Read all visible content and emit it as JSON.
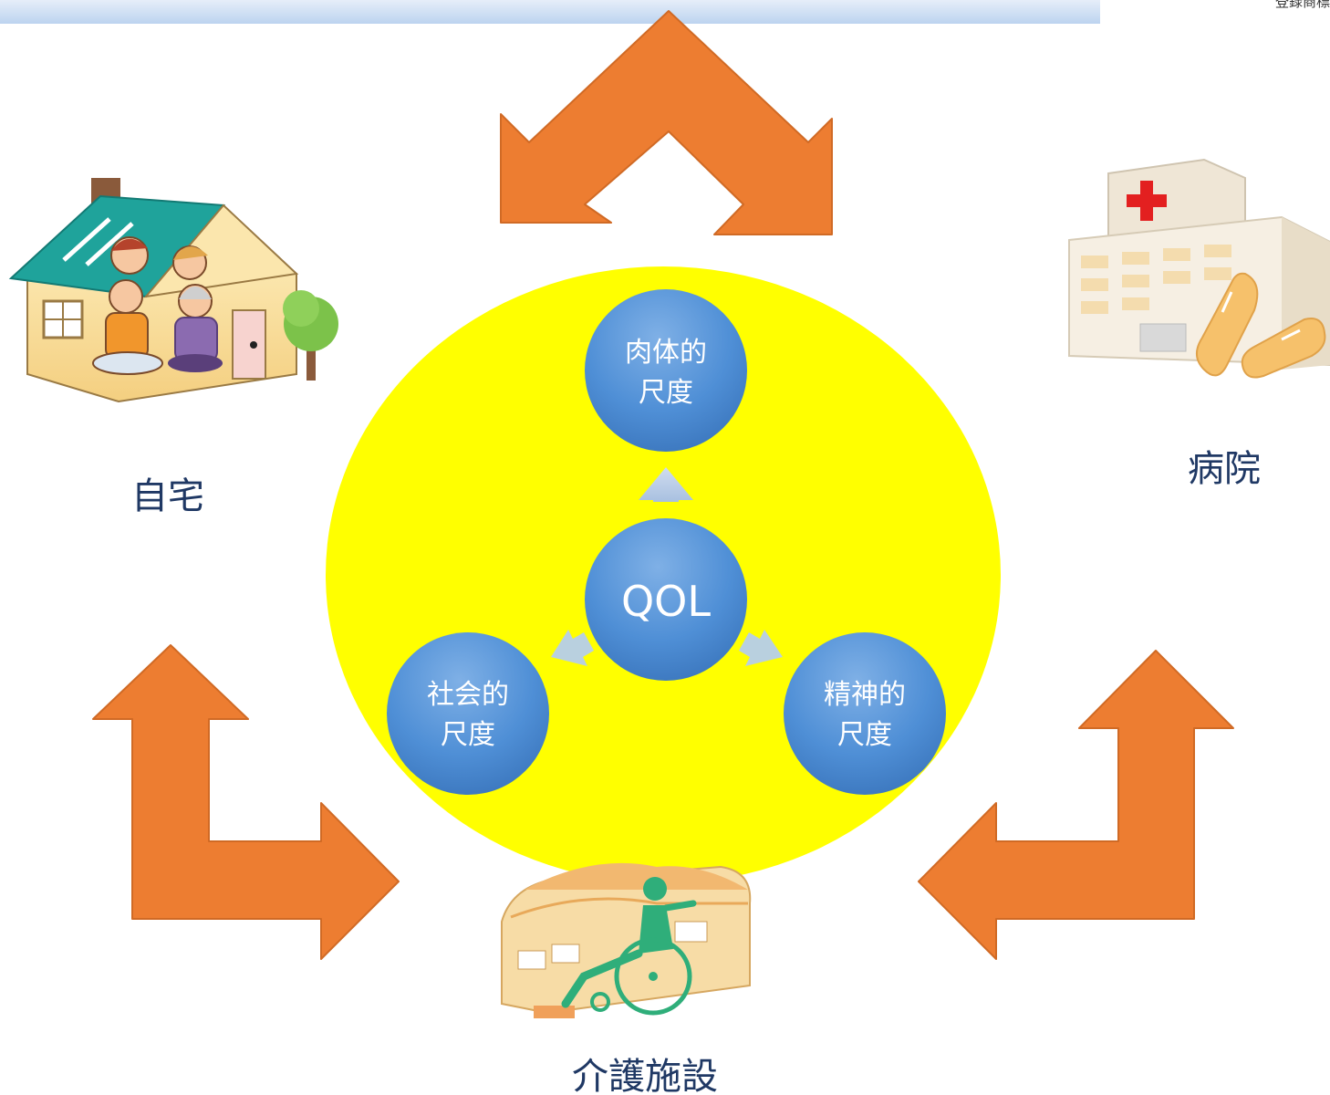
{
  "header": {
    "corner_text": "登録商標"
  },
  "center": {
    "qol_label": "QOL",
    "physical_label_line1": "肉体的",
    "physical_label_line2": "尺度",
    "social_label_line1": "社会的",
    "social_label_line2": "尺度",
    "mental_label_line1": "精神的",
    "mental_label_line2": "尺度"
  },
  "places": {
    "home_label": "自宅",
    "hospital_label": "病院",
    "care_facility_label": "介護施設"
  },
  "colors": {
    "accent_orange": "#ED7D31",
    "circle_yellow": "#FFFF00",
    "bubble_blue": "#4A8BD3",
    "label_navy": "#1F3864"
  }
}
